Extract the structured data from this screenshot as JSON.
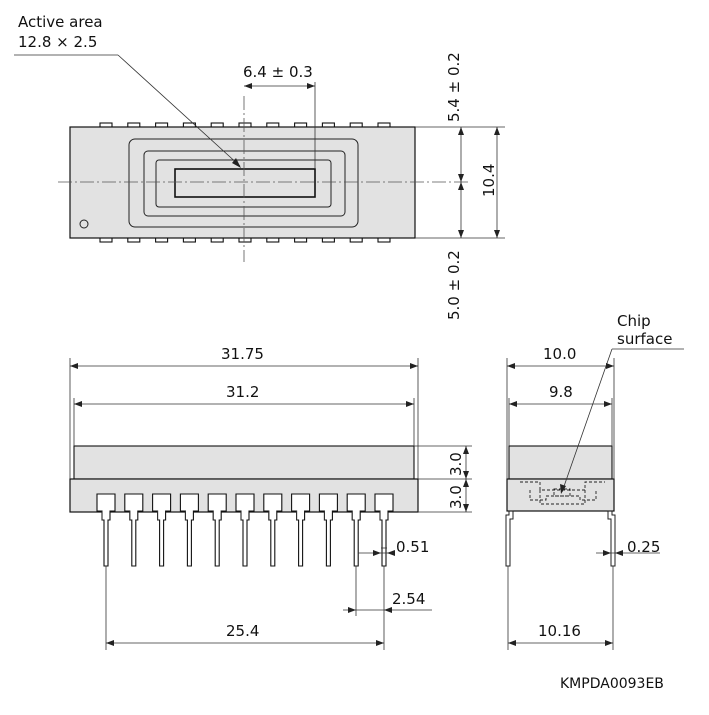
{
  "labels": {
    "active_area_title": "Active area",
    "active_area_size": "12.8 × 2.5",
    "chip_surface_line1": "Chip",
    "chip_surface_line2": "surface",
    "drawing_code": "KMPDA0093EB"
  },
  "dimensions": {
    "half_active_width": "6.4 ± 0.3",
    "top_offset": "5.4 ± 0.2",
    "package_width": "10.4",
    "bottom_offset": "5.0 ± 0.2",
    "overall_length": "31.75",
    "body_length": "31.2",
    "window_height": "3.0",
    "base_height": "3.0",
    "pin_width": "0.51",
    "pin_pitch": "2.54",
    "row_span": "25.4",
    "side_overall_width": "10.0",
    "side_body_width": "9.8",
    "lead_thickness": "0.25",
    "row_spacing": "10.16"
  },
  "colors": {
    "package_fill": "#e2e2e2",
    "line": "#111111"
  }
}
